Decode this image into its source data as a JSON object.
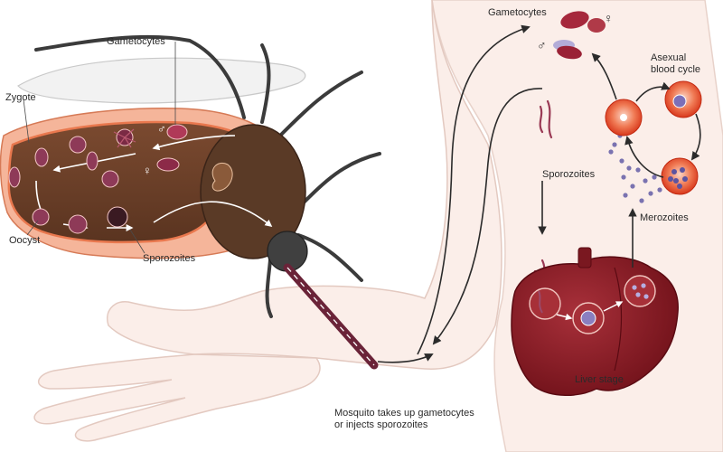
{
  "labels": {
    "gametocytes_top": "Gametocytes",
    "gametocytes_mosquito": "Gametocytes",
    "zygote": "Zygote",
    "oocyst": "Oocyst",
    "sporozoites_mosquito": "Sporozoites",
    "sporozoites_body": "Sporozoites",
    "asexual_blood_cycle": "Asexual\nblood cycle",
    "merozoites": "Merozoites",
    "liver_stage": "Liver stage",
    "caption": "Mosquito takes up gametocytes\nor injects sporozoites"
  },
  "symbols": {
    "female": "♀",
    "male": "♂"
  },
  "colors": {
    "skin": "#fbeee9",
    "skin_outline": "#e6cdc5",
    "liver": "#8a1a22",
    "rbc": "#e24a2a",
    "parasite": "#6a5b9e",
    "mosquito_body": "#5a3a26",
    "arrow": "#2b2b2b"
  }
}
